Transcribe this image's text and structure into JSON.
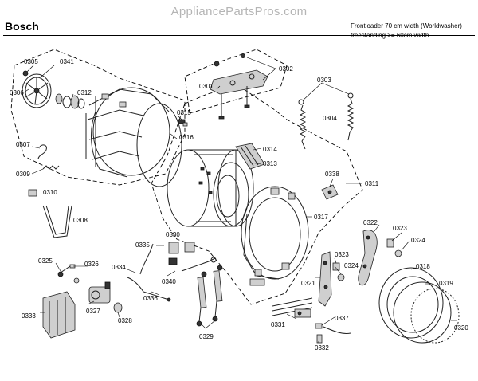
{
  "header": {
    "watermark": "AppliancePartsPros.com",
    "brand": "Bosch",
    "description_line1": "Frontloader 70 cm width (Worldwasher)",
    "description_line2": "freestanding >= 60cm width"
  },
  "labels": {
    "p0305": "0305",
    "p0341": "0341",
    "p0306": "0306",
    "p0312": "0312",
    "p0302": "0302",
    "p0301": "0301",
    "p0303": "0303",
    "p0304": "0304",
    "p0315": "0315",
    "p0316": "0316",
    "p0307": "0307",
    "p0314": "0314",
    "p0313": "0313",
    "p0309": "0309",
    "p0338": "0338",
    "p0311": "0311",
    "p0310": "0310",
    "p0317": "0317",
    "p0308": "0308",
    "p0322": "0322",
    "p0323a": "0323",
    "p0324a": "0324",
    "p0335": "0335",
    "p0330": "0330",
    "p0323b": "0323",
    "p0324b": "0324",
    "p0325": "0325",
    "p0326": "0326",
    "p0334": "0334",
    "p0318": "0318",
    "p0340": "0340",
    "p0321": "0321",
    "p0319": "0319",
    "p0336": "0336",
    "p0327": "0327",
    "p0333": "0333",
    "p0328": "0328",
    "p0331": "0331",
    "p0337": "0337",
    "p0329": "0329",
    "p0320": "0320",
    "p0332": "0332"
  }
}
